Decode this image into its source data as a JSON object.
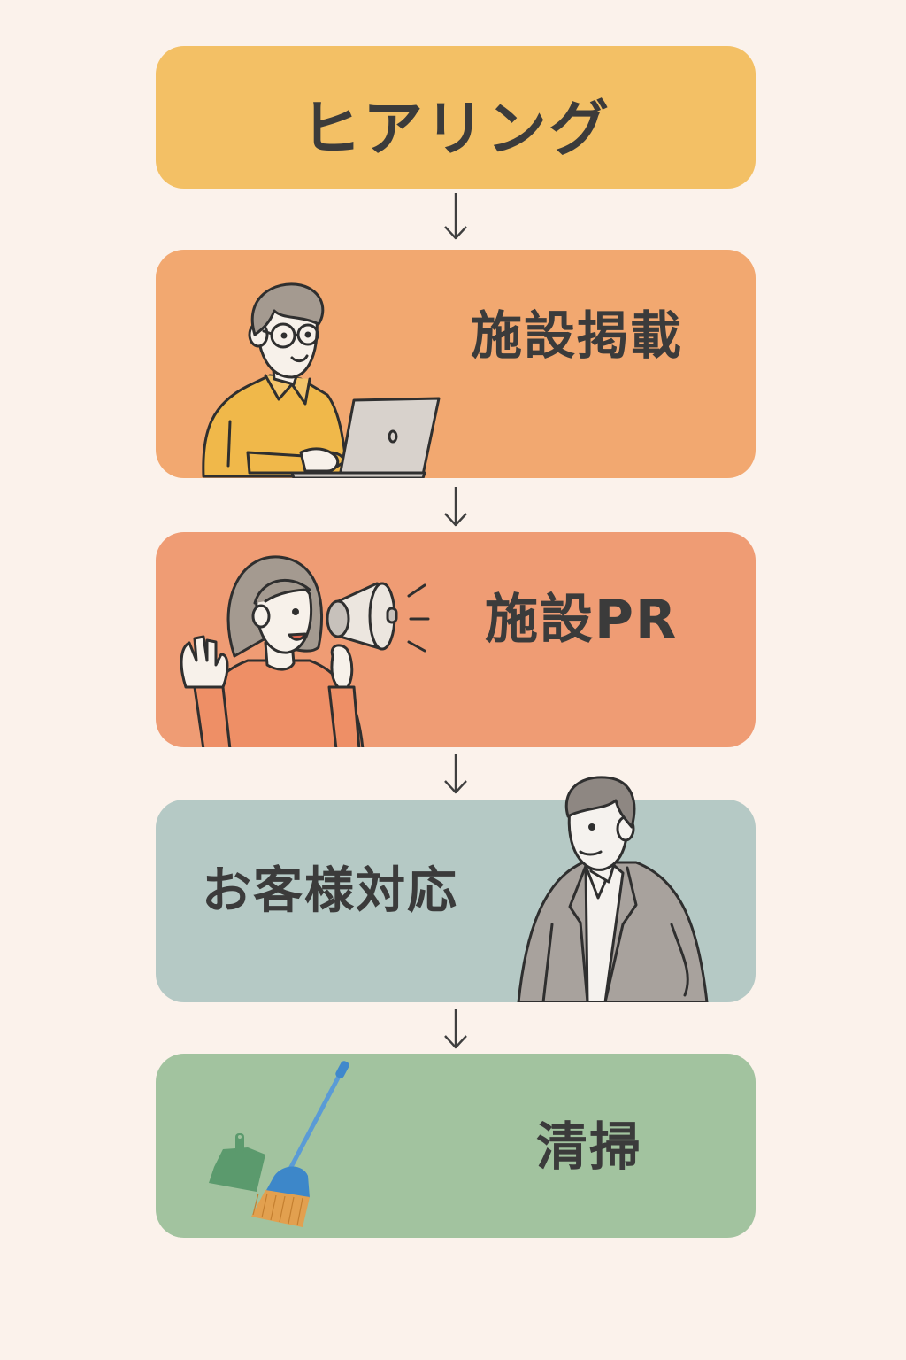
{
  "diagram": {
    "type": "vertical-flow",
    "background": "#fbf2eb",
    "steps": [
      {
        "label": "ヒアリング",
        "color": "#f3c065",
        "illustration": "none"
      },
      {
        "label": "施設掲載",
        "color": "#f2a870",
        "illustration": "man-with-glasses-using-laptop"
      },
      {
        "label": "施設PR",
        "color": "#ef9c74",
        "illustration": "woman-with-megaphone-waving"
      },
      {
        "label": "お客様対応",
        "color": "#b5c9c5",
        "illustration": "man-in-suit"
      },
      {
        "label": "清掃",
        "color": "#a2c39f",
        "illustration": "broom-and-dustpan"
      }
    ],
    "connectors": [
      {
        "from": 0,
        "to": 1,
        "icon": "down-arrow"
      },
      {
        "from": 1,
        "to": 2,
        "icon": "down-arrow"
      },
      {
        "from": 2,
        "to": 3,
        "icon": "down-arrow"
      },
      {
        "from": 3,
        "to": 4,
        "icon": "down-arrow"
      }
    ]
  }
}
